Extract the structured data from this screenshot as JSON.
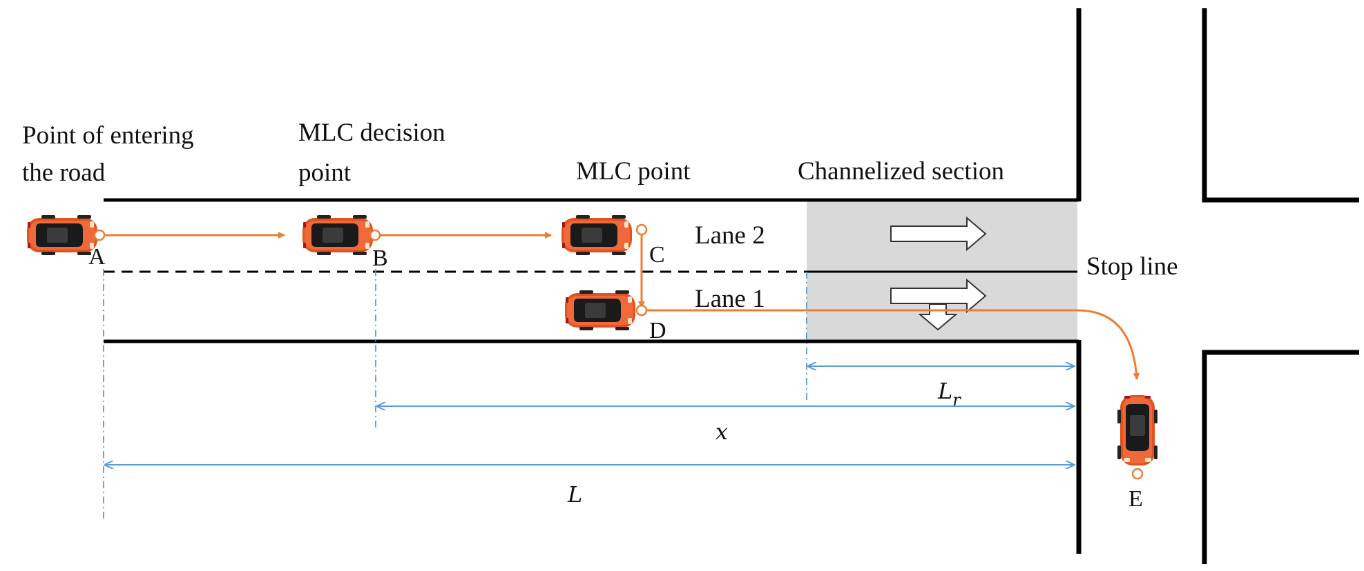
{
  "labels": {
    "entry_line1": "Point of entering",
    "entry_line2": "the road",
    "decision_line1": "MLC decision",
    "decision_line2": "point",
    "mlc_point": "MLC point",
    "channelized": "Channelized section",
    "lane2": "Lane 2",
    "lane1": "Lane 1",
    "stop_line": "Stop line"
  },
  "points": {
    "A": "A",
    "B": "B",
    "C": "C",
    "D": "D",
    "E": "E"
  },
  "dimensions": {
    "Lr_main": "L",
    "Lr_sub": "r",
    "x": "x",
    "L": "L"
  },
  "colors": {
    "road_edge": "#000000",
    "trajectory": "#ed7d31",
    "dimension": "#5b9bd5",
    "channelized_fill": "#d9d9d9",
    "car_body": "#e0521f",
    "car_glass": "#1a1a1a"
  },
  "icons": {
    "vehicle": "car-topdown-icon",
    "through_arrow": "arrow-right-icon",
    "turn_arrow": "arrow-down-icon"
  }
}
